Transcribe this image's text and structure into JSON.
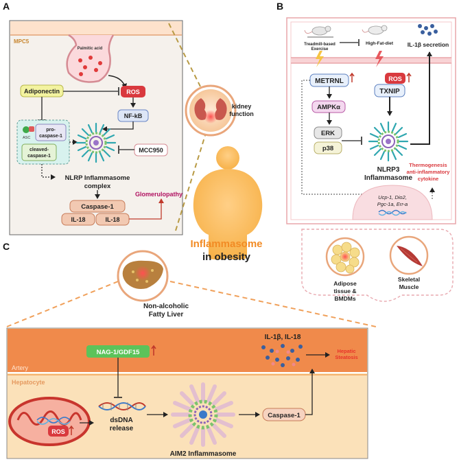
{
  "panels": {
    "a": {
      "letter": "A",
      "cell_label": "MPC5",
      "palmitic_acid": "Palmitic acid",
      "adiponectin": "Adiponectin",
      "ros": "ROS",
      "nfkb": "NF-kB",
      "asc": "ASC",
      "pro_caspase_line1": "pro-",
      "pro_caspase_line2": "caspase-1",
      "cleaved_line1": "cleaved-",
      "cleaved_line2": "caspase-1",
      "mcc950": "MCC950",
      "complex_line1": "NLRP Inflammasome",
      "complex_line2": "complex",
      "caspase1": "Caspase-1",
      "il18_a": "IL-18",
      "il18_b": "IL-18",
      "glomerulopathy": "Glomerulopathy"
    },
    "b": {
      "letter": "B",
      "exercise_line1": "Treadmill-based",
      "exercise_line2": "Exercise",
      "hfd": "High-Fat-diet",
      "il1b_secretion": "IL-1β secretion",
      "metrnl": "METRNL",
      "ros": "ROS",
      "txnip": "TXNIP",
      "ampk": "AMPKα",
      "erk": "ERK",
      "p38": "p38",
      "nlrp3_line1": "NLRP3",
      "nlrp3_line2": "Inflammasome",
      "thermo_line1": "Thermogenesis",
      "thermo_line2": "anti-inflammatory",
      "thermo_line3": "cytokine",
      "genes_line1": "Ucp-1, Dio2,",
      "genes_line2": "Pgc-1a, Err-a",
      "adipose_line1": "Adipose",
      "adipose_line2": "tissue &",
      "adipose_line3": "BMDMs",
      "muscle_line1": "Skeletal",
      "muscle_line2": "Muscle"
    },
    "center": {
      "kidney_line1": "kidney",
      "kidney_line2": "function",
      "title_line1": "Inflammasome",
      "title_line2": "in obesity"
    },
    "c": {
      "letter": "C",
      "liver_line1": "Non-alcoholic",
      "liver_line2": "Fatty Liver",
      "artery": "Artery",
      "hepatocyte": "Hepatocyte",
      "nag1": "NAG-1/GDF15",
      "il1b_il18": "IL-1β, IL-18",
      "steatosis_line1": "Hepatic",
      "steatosis_line2": "Steatosis",
      "ros": "ROS",
      "dsdna_line1": "dsDNA",
      "dsdna_line2": "release",
      "caspase1": "Caspase-1",
      "aim2": "AIM2 Inflammasome"
    }
  },
  "colors": {
    "pink_border": "#e9a5aa",
    "orange_title": "#f28b24",
    "ros_red": "#d9393e",
    "artery_orange": "#f08a4b",
    "hepatocyte_bg": "#f9dcae",
    "green_badge": "#5cc35a",
    "glomerulopathy": "#b01060",
    "steatosis_red": "#e8332a"
  }
}
